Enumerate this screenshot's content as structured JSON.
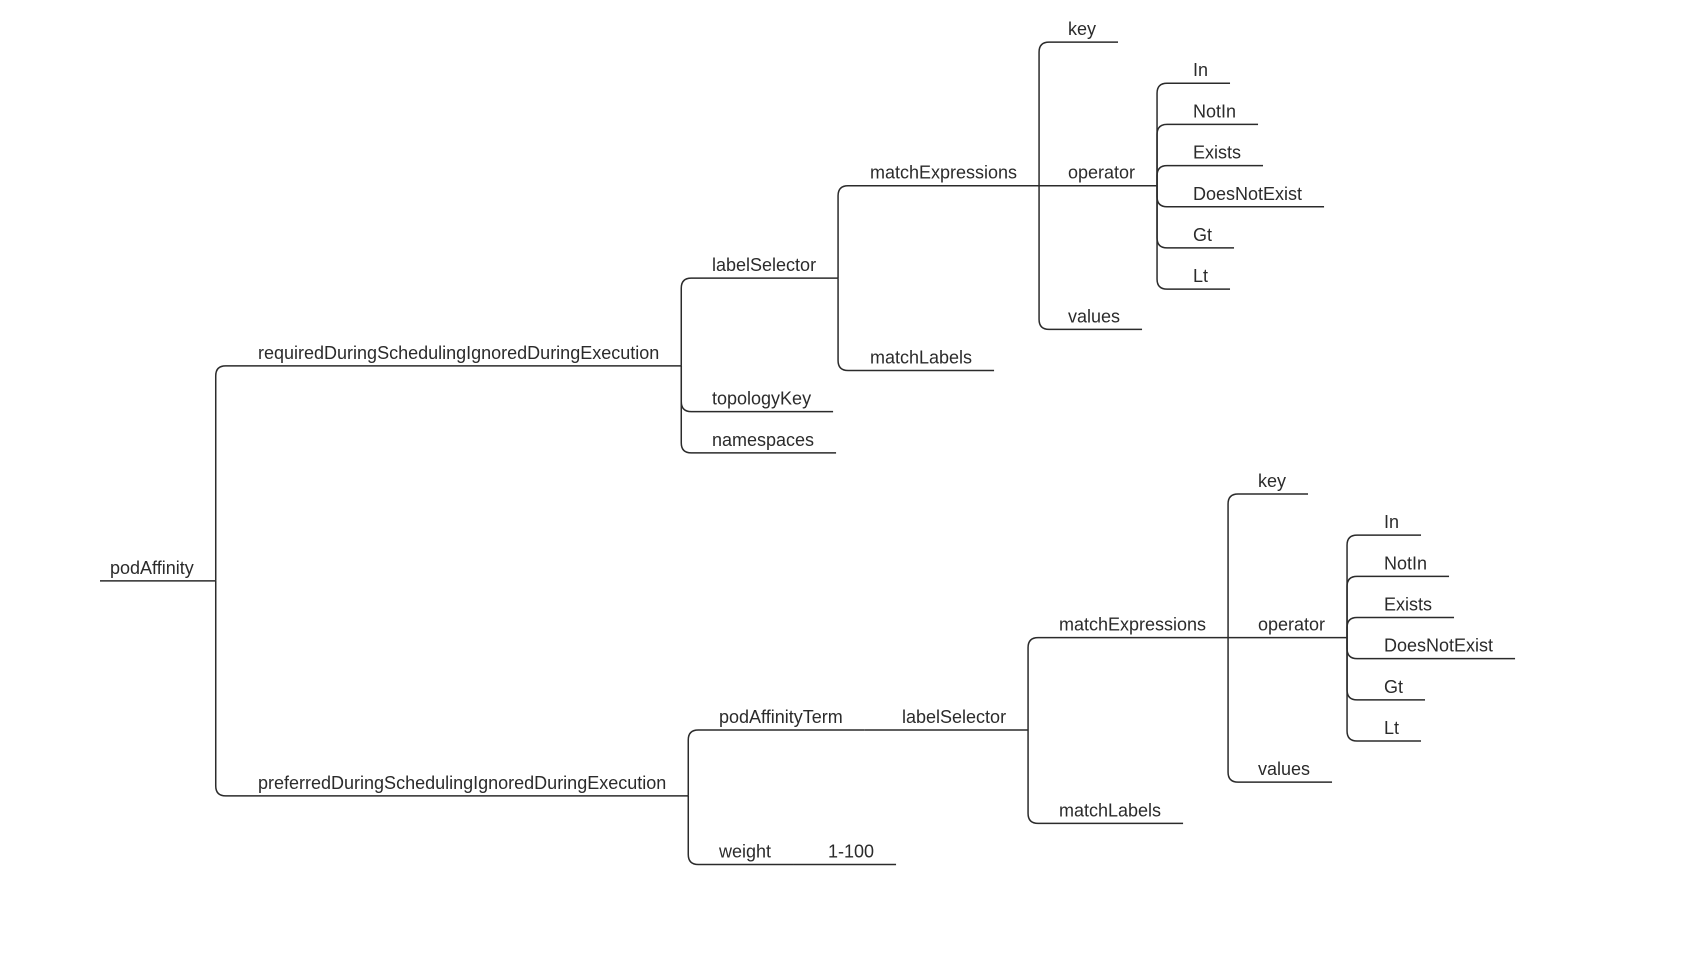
{
  "tree": {
    "label": "podAffinity",
    "children": [
      {
        "label": "requiredDuringSchedulingIgnoredDuringExecution",
        "children": [
          {
            "label": "labelSelector",
            "children": [
              {
                "label": "matchExpressions",
                "children": [
                  {
                    "label": "key",
                    "children": []
                  },
                  {
                    "label": "operator",
                    "children": [
                      {
                        "label": "In",
                        "children": []
                      },
                      {
                        "label": "NotIn",
                        "children": []
                      },
                      {
                        "label": "Exists",
                        "children": []
                      },
                      {
                        "label": "DoesNotExist",
                        "children": []
                      },
                      {
                        "label": "Gt",
                        "children": []
                      },
                      {
                        "label": "Lt",
                        "children": []
                      }
                    ]
                  },
                  {
                    "label": "values",
                    "children": []
                  }
                ]
              },
              {
                "label": "matchLabels",
                "children": []
              }
            ]
          },
          {
            "label": "topologyKey",
            "children": []
          },
          {
            "label": "namespaces",
            "children": []
          }
        ]
      },
      {
        "label": "preferredDuringSchedulingIgnoredDuringExecution",
        "children": [
          {
            "label": "podAffinityTerm",
            "children": [
              {
                "label": "labelSelector",
                "children": [
                  {
                    "label": "matchExpressions",
                    "children": [
                      {
                        "label": "key",
                        "children": []
                      },
                      {
                        "label": "operator",
                        "children": [
                          {
                            "label": "In",
                            "children": []
                          },
                          {
                            "label": "NotIn",
                            "children": []
                          },
                          {
                            "label": "Exists",
                            "children": []
                          },
                          {
                            "label": "DoesNotExist",
                            "children": []
                          },
                          {
                            "label": "Gt",
                            "children": []
                          },
                          {
                            "label": "Lt",
                            "children": []
                          }
                        ]
                      },
                      {
                        "label": "values",
                        "children": []
                      }
                    ]
                  },
                  {
                    "label": "matchLabels",
                    "children": []
                  }
                ]
              }
            ]
          },
          {
            "label": "weight",
            "children": [
              {
                "label": "1-100",
                "children": []
              }
            ]
          }
        ]
      }
    ]
  }
}
